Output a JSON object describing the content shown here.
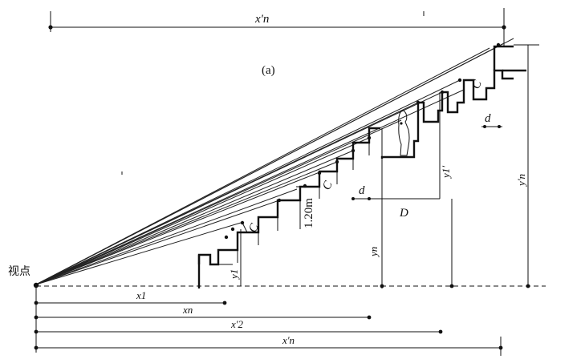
{
  "diagram": {
    "panel_label": "(a)",
    "viewpoint_label": "视点",
    "top_dimension": "x'n",
    "height_label": "1.20m",
    "label_C": "C",
    "label_d": "d",
    "label_D": "D",
    "label_y1": "y1",
    "label_yn": "yn",
    "label_y1p": "y1'",
    "label_ynp": "y'n",
    "dim_x1": "x1",
    "dim_xn": "xn",
    "dim_x2p": "x'2",
    "dim_xnp": "x'n"
  }
}
